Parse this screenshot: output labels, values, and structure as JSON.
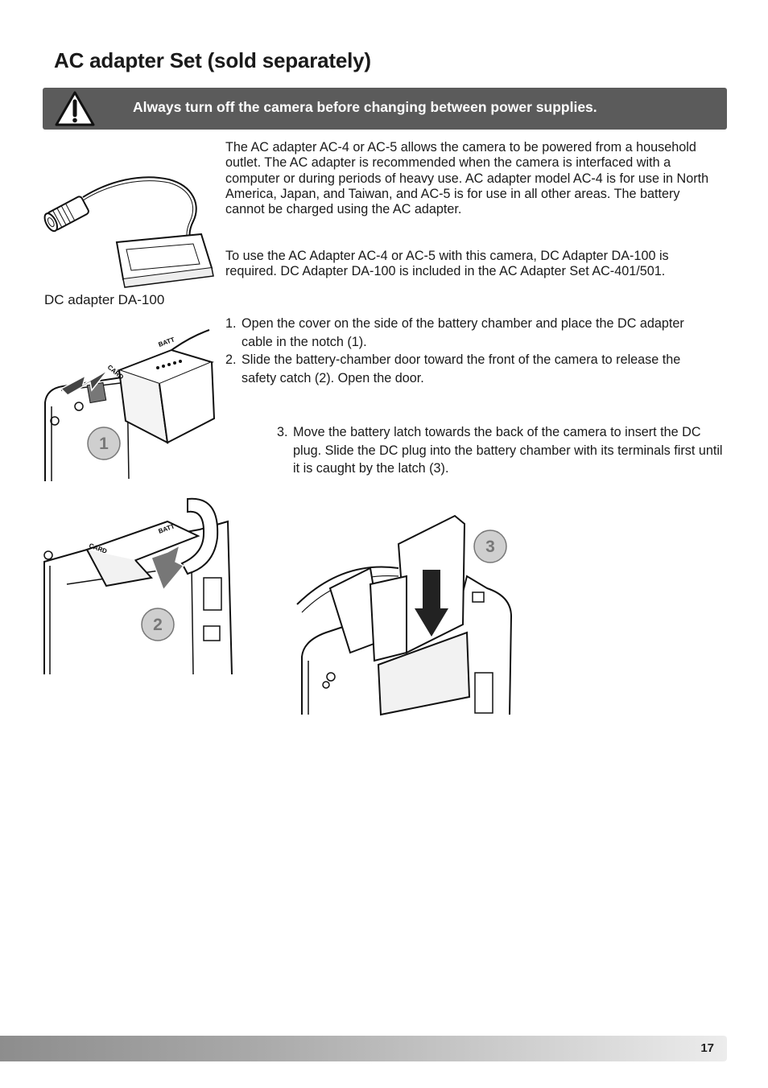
{
  "page": {
    "title": "AC adapter Set (sold separately)",
    "warning": "Always turn off the camera before changing between power supplies.",
    "intro": "The AC adapter AC-4 or AC-5 allows the camera to be powered from a household outlet. The AC adapter is recommended when the camera is interfaced with a computer or during periods of heavy use. AC adapter model AC-4 is for use in North America, Japan, and Taiwan, and AC-5 is for use in all other areas. The battery cannot be charged using the AC adapter.",
    "requirement": "To use the AC Adapter AC-4 or AC-5 with this camera, DC Adapter DA-100 is required. DC Adapter DA-100 is included in the AC Adapter Set AC-401/501.",
    "steps": [
      {
        "num": "1.",
        "text": "Open the cover on the side of the battery chamber and place the DC adapter cable in the notch (1)."
      },
      {
        "num": "2.",
        "text": "Slide the battery-chamber door toward the front of the camera to release the safety catch (2). Open the door."
      },
      {
        "num": "3.",
        "text": "Move the battery latch towards the back of the camera to insert the DC plug. Slide the DC plug into the battery chamber with its terminals first until it is caught by the latch (3)."
      }
    ],
    "figure_caption": "DC adapter DA-100",
    "callouts": [
      "1",
      "2",
      "3"
    ],
    "device_labels": {
      "batt": "BATT",
      "card": "CARD"
    },
    "page_number": "17"
  },
  "colors": {
    "warning_bar": "#5b5b5b",
    "callout_fill": "#cfcfcf"
  },
  "icons": {
    "warning": "warning-triangle-icon"
  }
}
